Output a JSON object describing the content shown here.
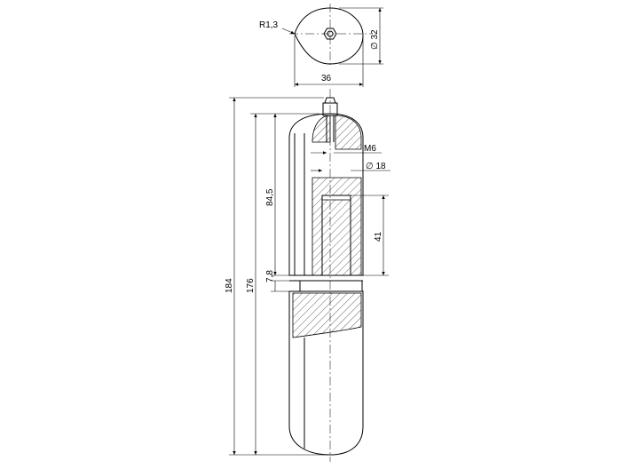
{
  "dimensions": {
    "radius": "R1,3",
    "diameter_top": "∅ 32",
    "width_top": "36",
    "thread": "M6",
    "diameter_pin": "∅ 18",
    "length_overall": "184",
    "length_body": "176",
    "length_upper": "84,5",
    "length_pin": "41",
    "gap": "7,8"
  }
}
